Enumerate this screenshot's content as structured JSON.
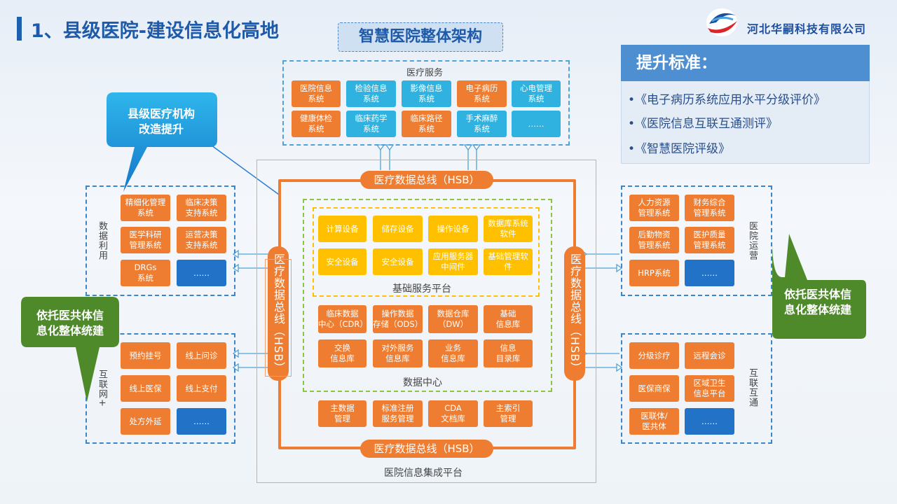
{
  "header": {
    "title": "1、县级医院-建设信息化高地",
    "banner": "智慧医院整体架构",
    "company": "河北华嗣科技有限公司"
  },
  "standards": {
    "heading": "提升标准：",
    "items": [
      "•《电子病历系统应用水平分级评价》",
      "•《医院信息互联互通测评》",
      "•《智慧医院评级》"
    ]
  },
  "medical_services": {
    "label": "医疗服务",
    "row1": [
      "医院信息\n系统",
      "检验信息\n系统",
      "影像信息\n系统",
      "电子病历\n系统",
      "心电管理\n系统"
    ],
    "row2": [
      "健康体检\n系统",
      "临床药学\n系统",
      "临床路径\n系统",
      "手术麻醉\n系统",
      "……"
    ]
  },
  "data_use": {
    "label": "数据利用",
    "items": [
      "精细化管理\n系统",
      "临床决策\n支持系统",
      "医学科研\n管理系统",
      "运营决策\n支持系统",
      "DRGs\n系统",
      "……"
    ]
  },
  "internet": {
    "label": "互联网+",
    "items": [
      "预约挂号",
      "线上问诊",
      "线上医保",
      "线上支付",
      "处方外延",
      "……"
    ]
  },
  "operations": {
    "label": "医院运营",
    "items": [
      "人力资源\n管理系统",
      "财务综合\n管理系统",
      "后勤物资\n管理系统",
      "医护质量\n管理系统",
      "HRP系统",
      "……"
    ]
  },
  "interop": {
    "label": "互联互通",
    "items": [
      "分级诊疗",
      "远程会诊",
      "医保商保",
      "区域卫生\n信息平台",
      "医联体/\n医共体",
      "……"
    ]
  },
  "hsb": {
    "top": "医疗数据总线（HSB）",
    "bottom": "医疗数据总线（HSB）",
    "left": "医疗数据总线（HSB）",
    "right": "医疗数据总线（HSB）"
  },
  "base_platform": {
    "label": "基础服务平台",
    "items": [
      "计算设备",
      "储存设备",
      "操作设备",
      "数据库系统\n软件",
      "安全设备",
      "安全设备",
      "应用服务器\n中间件",
      "基础管理软\n件"
    ]
  },
  "data_center": {
    "label": "数据中心",
    "items": [
      "临床数据\n中心（CDR）",
      "操作数据\n存储（ODS）",
      "数据仓库\n（DW）",
      "基础\n信息库",
      "交换\n信息库",
      "对外服务\n信息库",
      "业务\n信息库",
      "信息\n目录库"
    ]
  },
  "master_data": [
    "主数据\n管理",
    "标准注册\n服务管理",
    "CDA\n文档库",
    "主索引\n管理"
  ],
  "platform_label": "医院信息集成平台",
  "callouts": {
    "county": "县级医疗机构\n改造提升",
    "left_alliance": "依托医共体信\n息化整体统建",
    "right_alliance": "依托医共体信\n息化整体统建"
  },
  "colors": {
    "accent_blue": "#1e5aa8",
    "orange": "#ee7d31",
    "cyan": "#2fb2e0",
    "dark_blue": "#2272c7",
    "yellow": "#ffc000",
    "green": "#5a8f2e"
  }
}
